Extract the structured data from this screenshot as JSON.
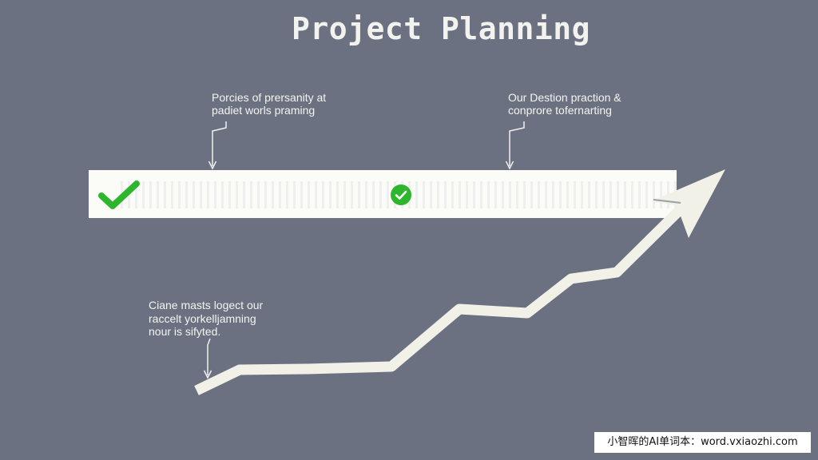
{
  "title": "Project Planning",
  "callouts": [
    {
      "lines": [
        "Porcies of prersanity at",
        "padiet worls praming"
      ]
    },
    {
      "lines": [
        "Our Destion praction &",
        "conprore tofernarting"
      ]
    },
    {
      "lines": [
        "Ciane masts logect our",
        "raccelt yorkelljamning",
        "nour is sifyted."
      ]
    }
  ],
  "icons": {
    "band_start": "checkmark-icon",
    "band_middle": "check-circle-icon"
  },
  "colors": {
    "background": "#6b7180",
    "band": "#fbfbf8",
    "check_green": "#2db52d",
    "arrow": "#f1f1e8",
    "text": "#f4f4f0"
  },
  "watermark": "小智晖的AI单词本：word.vxiaozhi.com"
}
